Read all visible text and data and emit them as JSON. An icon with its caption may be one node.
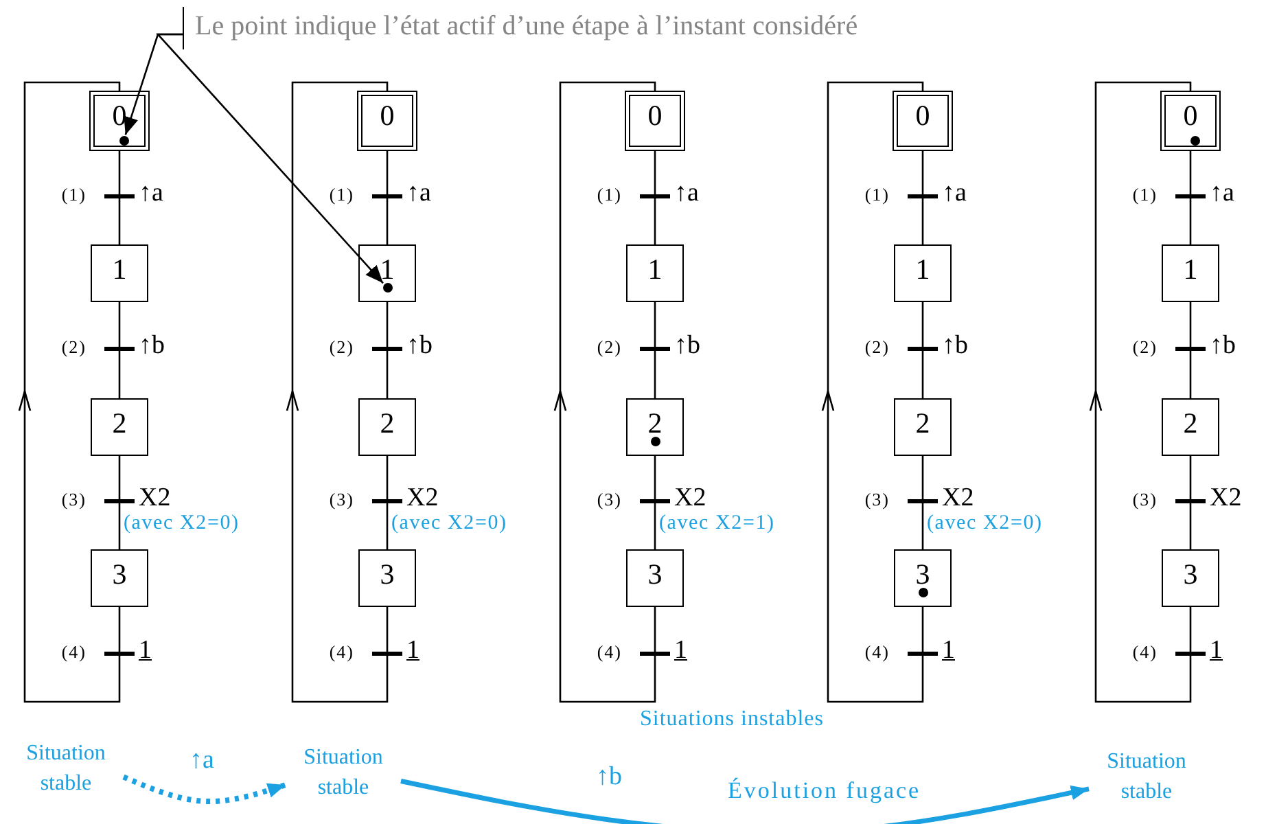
{
  "diagram": {
    "nodes": [
      {
        "text": [
          "Le point indique l’état actif d’une étape à l’instant considéré"
        ]
      },
      {
        "text": [
          "0"
        ]
      },
      {
        "text": [],
        "shape": "circle",
        "in": 1
      },
      {
        "text": [
          "1"
        ]
      },
      {
        "text": [
          "2"
        ]
      },
      {
        "text": [
          "3"
        ]
      },
      {
        "text": [
          "0"
        ]
      },
      {
        "text": [
          "1"
        ]
      },
      {
        "text": [],
        "shape": "circle",
        "in": 7
      },
      {
        "text": [
          "2"
        ]
      },
      {
        "text": [
          "3"
        ]
      },
      {
        "text": [
          "0"
        ]
      },
      {
        "text": [
          "1"
        ]
      },
      {
        "text": [
          "2"
        ]
      },
      {
        "text": [],
        "shape": "circle",
        "in": 13
      },
      {
        "text": [
          "3"
        ]
      },
      {
        "text": [
          "0"
        ]
      },
      {
        "text": [
          "1"
        ]
      },
      {
        "text": [
          "2"
        ]
      },
      {
        "text": [
          "3"
        ]
      },
      {
        "text": [],
        "shape": "circle",
        "in": 19
      },
      {
        "text": [
          "0"
        ]
      },
      {
        "text": [],
        "shape": "circle",
        "in": 21
      },
      {
        "text": [
          "1"
        ]
      },
      {
        "text": [
          "2"
        ]
      },
      {
        "text": [
          "3"
        ]
      },
      {
        "text": [
          "Situation stable"
        ]
      },
      {
        "text": [
          "Situation stable"
        ]
      },
      {
        "text": [
          "Situation stable"
        ]
      }
    ],
    "edges": [
      {
        "from": 1,
        "to": 3,
        "arrow": "none"
      },
      {
        "from": 3,
        "to": 4,
        "arrow": "none"
      },
      {
        "from": 4,
        "to": 5,
        "arrow": "none"
      },
      {
        "from": 5,
        "to": 1,
        "arrow": "to"
      },
      {
        "from": 6,
        "to": 7,
        "arrow": "none"
      },
      {
        "from": 7,
        "to": 9,
        "arrow": "none"
      },
      {
        "from": 9,
        "to": 10,
        "arrow": "none"
      },
      {
        "from": 10,
        "to": 6,
        "arrow": "to"
      },
      {
        "from": 11,
        "to": 12,
        "arrow": "none"
      },
      {
        "from": 12,
        "to": 13,
        "arrow": "none"
      },
      {
        "from": 13,
        "to": 15,
        "arrow": "none"
      },
      {
        "from": 15,
        "to": 11,
        "arrow": "to"
      },
      {
        "from": 16,
        "to": 17,
        "arrow": "none"
      },
      {
        "from": 17,
        "to": 18,
        "arrow": "none"
      },
      {
        "from": 18,
        "to": 19,
        "arrow": "none"
      },
      {
        "from": 19,
        "to": 16,
        "arrow": "to"
      },
      {
        "from": 21,
        "to": 23,
        "arrow": "none"
      },
      {
        "from": 23,
        "to": 24,
        "arrow": "none"
      },
      {
        "from": 24,
        "to": 25,
        "arrow": "none"
      },
      {
        "from": 25,
        "to": 21,
        "arrow": "to"
      },
      {
        "from": 0,
        "to": 2,
        "arrow": "to"
      },
      {
        "from": 0,
        "to": 8,
        "arrow": "to"
      },
      {
        "from": 26,
        "to": 27,
        "arrow": "to",
        "label": "↑a",
        "style": "dashed",
        "color": "#1ba1e2"
      },
      {
        "from": 27,
        "to": 28,
        "arrow": "to",
        "label": "↑b",
        "style": "thick",
        "color": "#1ba1e2"
      }
    ],
    "labels": [
      "(1)",
      "↑a",
      "(2)",
      "↑b",
      "(3)",
      "X2",
      "(avec X2=0)",
      "(4)",
      "1",
      "(1)",
      "↑a",
      "(2)",
      "↑b",
      "(3)",
      "X2",
      "(avec X2=0)",
      "(4)",
      "1",
      "(1)",
      "↑a",
      "(2)",
      "↑b",
      "(3)",
      "X2",
      "(avec X2=1)",
      "(4)",
      "1",
      "(1)",
      "↑a",
      "(2)",
      "↑b",
      "(3)",
      "X2",
      "(avec X2=0)",
      "(4)",
      "1",
      "(1)",
      "↑a",
      "(2)",
      "↑b",
      "(3)",
      "X2",
      "(4)",
      "1",
      "Situations instables",
      "Évolution fugace"
    ]
  }
}
